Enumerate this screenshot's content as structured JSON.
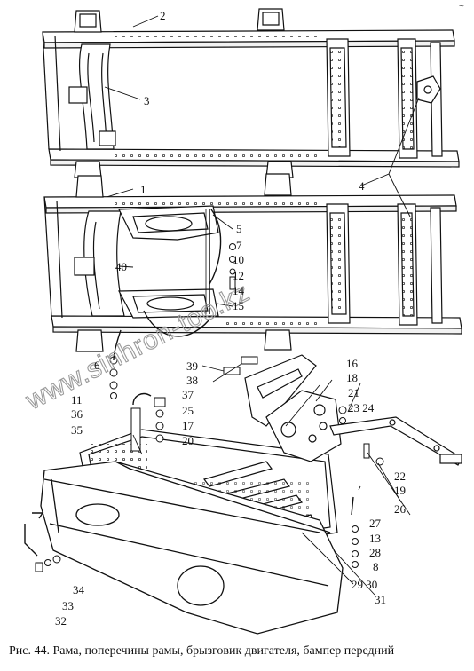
{
  "figure": {
    "caption": "Рис. 44. Рама, поперечины рамы, брызговик двигателя, бампер передний",
    "watermark": "www.sinhron-too.kz",
    "corner_mark": "~"
  },
  "callouts": {
    "c1": "1",
    "c2": "2",
    "c3": "3",
    "c4": "4",
    "c5": "5",
    "c6": "6",
    "c7": "7",
    "c8": "8",
    "c10": "10",
    "c11": "11",
    "c12": "12",
    "c13": "13",
    "c14": "14",
    "c15": "15",
    "c16": "16",
    "c17": "17",
    "c18": "18",
    "c19": "19",
    "c20": "20",
    "c21": "21",
    "c22": "22",
    "c2324": "23 24",
    "c25": "25",
    "c26": "26",
    "c27": "27",
    "c28": "28",
    "c2930": "29 30",
    "c31": "31",
    "c32": "32",
    "c33": "33",
    "c34": "34",
    "c35": "35",
    "c36": "36",
    "c37": "37",
    "c38": "38",
    "c39": "39",
    "c40": "40"
  }
}
